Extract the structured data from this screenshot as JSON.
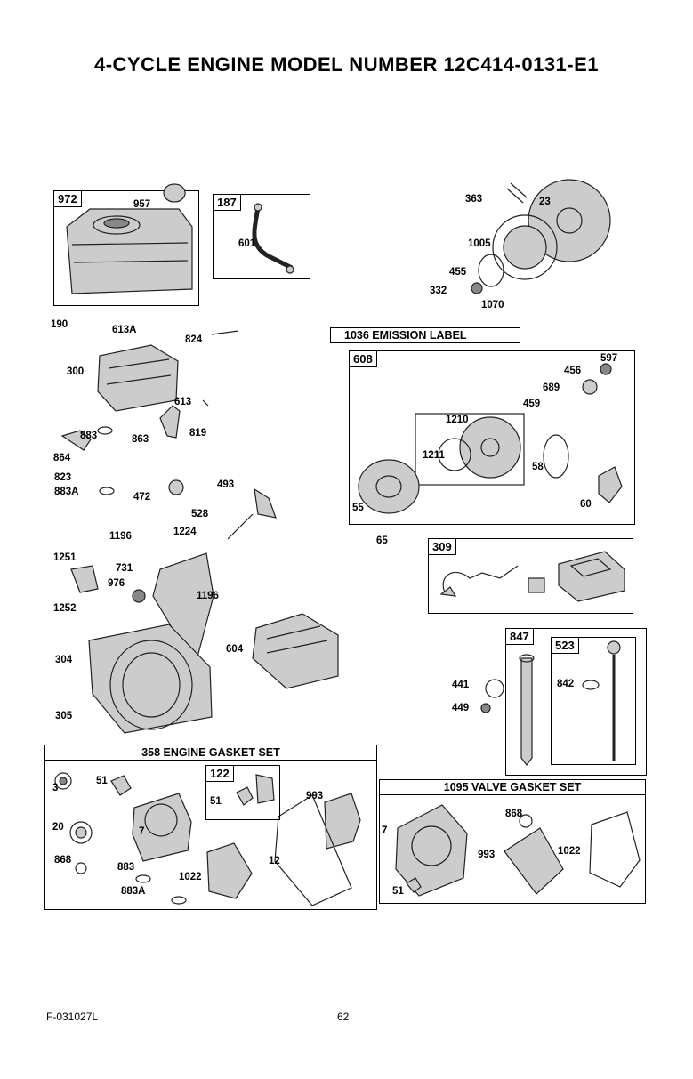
{
  "page_title": "4-CYCLE ENGINE MODEL NUMBER 12C414-0131-E1",
  "footer": {
    "code": "F-031027L",
    "page_number": "62"
  },
  "boxes": {
    "fuel_tank": {
      "tag": "972",
      "parts": [
        "957"
      ]
    },
    "fuel_line": {
      "tag": "187",
      "parts": [
        "601"
      ]
    },
    "emission_label": {
      "header": "1036 EMISSION LABEL"
    },
    "starter": {
      "tag": "608",
      "parts": [
        "597",
        "456",
        "689",
        "459",
        "1210",
        "1211",
        "58",
        "55",
        "60"
      ]
    },
    "ignition": {
      "tag": "309"
    },
    "dipstick_tube": {
      "tag": "847"
    },
    "dipstick": {
      "tag": "523",
      "parts": [
        "842"
      ]
    },
    "engine_gasket_set": {
      "header": "358 ENGINE GASKET SET",
      "inner_tag": "122",
      "inner_parts": [
        "51"
      ],
      "parts": [
        "3",
        "51",
        "20",
        "7",
        "993",
        "868",
        "883",
        "12",
        "1022",
        "883A"
      ]
    },
    "valve_gasket_set": {
      "header": "1095 VALVE GASKET SET",
      "parts": [
        "868",
        "7",
        "993",
        "1022",
        "51"
      ]
    }
  },
  "loose_parts": {
    "flywheel": [
      "363",
      "23",
      "1005",
      "455",
      "332",
      "1070"
    ],
    "tank_bracket": [
      "190",
      "613A",
      "824",
      "300",
      "613",
      "883",
      "863",
      "819",
      "864",
      "823",
      "883A",
      "472",
      "493",
      "528",
      "1196",
      "1224"
    ],
    "shroud": [
      "1251",
      "731",
      "976",
      "1196",
      "1252",
      "604",
      "304",
      "305"
    ],
    "misc": [
      "65",
      "441",
      "449"
    ]
  }
}
